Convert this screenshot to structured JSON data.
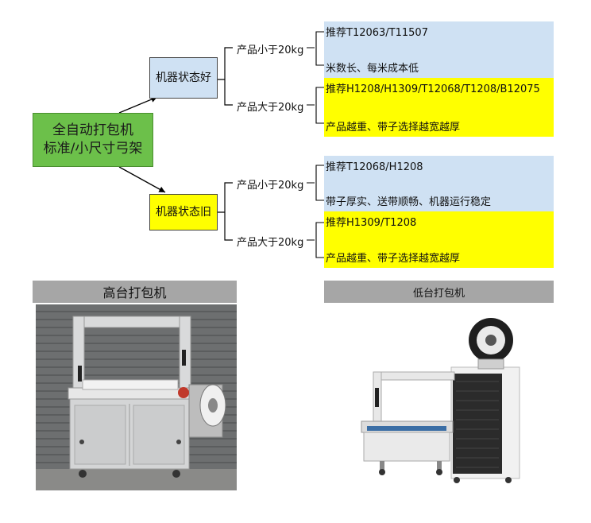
{
  "root": {
    "line1": "全自动打包机",
    "line2": "标准/小尺寸弓架"
  },
  "branches": [
    {
      "label": "机器状态好",
      "color": "#cfe1f3",
      "conditions": [
        {
          "label": "产品小于20kg",
          "recommend": "推荐T12063/T11507",
          "note": "米数长、每米成本低",
          "color": "#cfe1f3"
        },
        {
          "label": "产品大于20kg",
          "recommend": "推荐H1208/H1309/T12068/T1208/B12075",
          "note": "产品越重、带子选择越宽越厚",
          "color": "#ffff00"
        }
      ]
    },
    {
      "label": "机器状态旧",
      "color": "#ffff00",
      "conditions": [
        {
          "label": "产品小于20kg",
          "recommend": "推荐T12068/H1208",
          "note": "带子厚实、送带顺畅、机器运行稳定",
          "color": "#cfe1f3"
        },
        {
          "label": "产品大于20kg",
          "recommend": "推荐H1309/T1208",
          "note": "产品越重、带子选择越宽越厚",
          "color": "#ffff00"
        }
      ]
    }
  ],
  "machines": {
    "high": {
      "title": "高台打包机"
    },
    "low": {
      "title": "低台打包机"
    }
  }
}
